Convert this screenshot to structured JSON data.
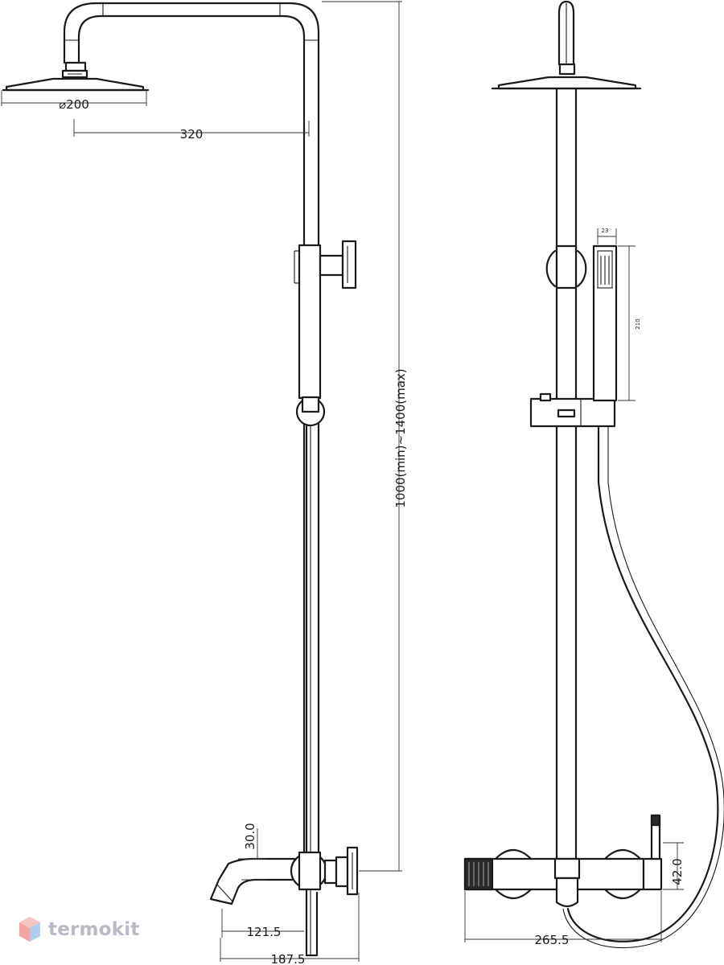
{
  "brand": {
    "name": "termokit"
  },
  "dimensions": {
    "head_diameter": "⌀200",
    "arm_reach": "320",
    "height_range": "1000(min)~1400(max)",
    "spout_height": "30.0",
    "spout_reach": "121.5",
    "total_depth": "187.5",
    "hand_shower_width": "23",
    "hand_shower_length": "210",
    "handle_height": "42.0",
    "mixer_width": "265.5"
  },
  "colors": {
    "line": "#1a1a1a",
    "logo_text": "#b7b9c4",
    "logo_red": "#f2a5a5",
    "logo_blue": "#9fc3ec"
  }
}
